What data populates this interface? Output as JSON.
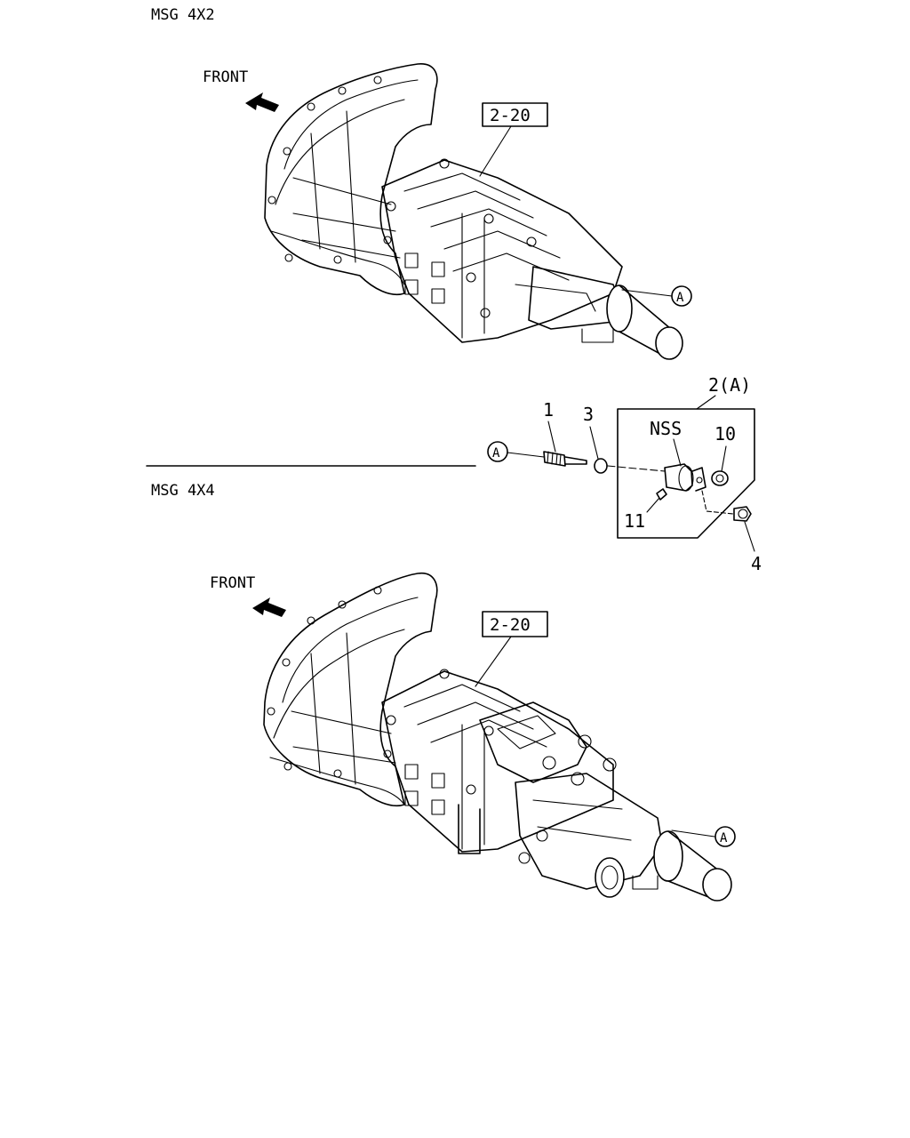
{
  "sections": [
    {
      "title": "MSG 4X2",
      "front_label": "FRONT",
      "ref_box": "2-20",
      "callout": "A"
    },
    {
      "title": "MSG 4X4",
      "front_label": "FRONT",
      "ref_box": "2-20",
      "callout": "A"
    }
  ],
  "detail": {
    "callout": "A",
    "group_label": "2(A)",
    "nss_label": "NSS",
    "parts": [
      "1",
      "3",
      "10",
      "11",
      "4"
    ]
  }
}
